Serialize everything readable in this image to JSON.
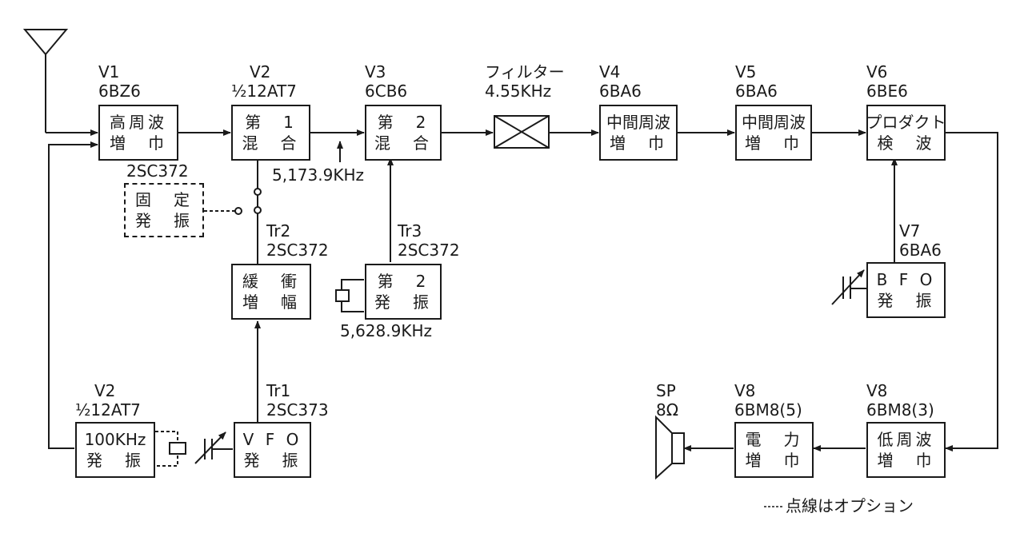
{
  "blocks": {
    "v1": {
      "label": "V1",
      "tube": "6BZ6",
      "line1": "高周波",
      "line2": "増　巾"
    },
    "mix1": {
      "label": "V2",
      "tube": "½12AT7",
      "line1": "第　1",
      "line2": "混　合"
    },
    "mix2": {
      "label": "V3",
      "tube": "6CB6",
      "line1": "第　2",
      "line2": "混　合"
    },
    "filter": {
      "label": "フィルター",
      "freq": "4.55KHz"
    },
    "v4": {
      "label": "V4",
      "tube": "6BA6",
      "line1": "中間周波",
      "line2": "増　巾"
    },
    "v5": {
      "label": "V5",
      "tube": "6BA6",
      "line1": "中間周波",
      "line2": "増　巾"
    },
    "v6": {
      "label": "V6",
      "tube": "6BE6",
      "line1": "プロダクト",
      "line2": "検　波"
    },
    "fixed_osc": {
      "label": "2SC372",
      "line1": "固　定",
      "line2": "発　振"
    },
    "buffer": {
      "label": "Tr2",
      "part": "2SC372",
      "line1": "緩　衝",
      "line2": "増　幅"
    },
    "osc2": {
      "label": "Tr3",
      "part": "2SC372",
      "line1": "第　2",
      "line2": "発　振"
    },
    "bfo": {
      "label": "V7",
      "tube": "6BA6",
      "line1": "B F O",
      "line2": "発　振"
    },
    "osc100k": {
      "label": "V2",
      "tube": "½12AT7",
      "line1": "100KHz",
      "line2": "発　振"
    },
    "vfo": {
      "label": "Tr1",
      "part": "2SC373",
      "line1": "V F O",
      "line2": "発　振"
    },
    "v8_audio": {
      "label": "V8",
      "tube": "6BM8(3)",
      "line1": "低周波",
      "line2": "増　巾"
    },
    "v8_power": {
      "label": "V8",
      "tube": "6BM8(5)",
      "line1": "電　力",
      "line2": "増　巾"
    },
    "speaker": {
      "label": "SP",
      "impedance": "8Ω"
    }
  },
  "annotations": {
    "freq_mix1": "5,173.9KHz",
    "freq_osc2": "5,628.9KHz",
    "legend": "点線はオプション"
  }
}
